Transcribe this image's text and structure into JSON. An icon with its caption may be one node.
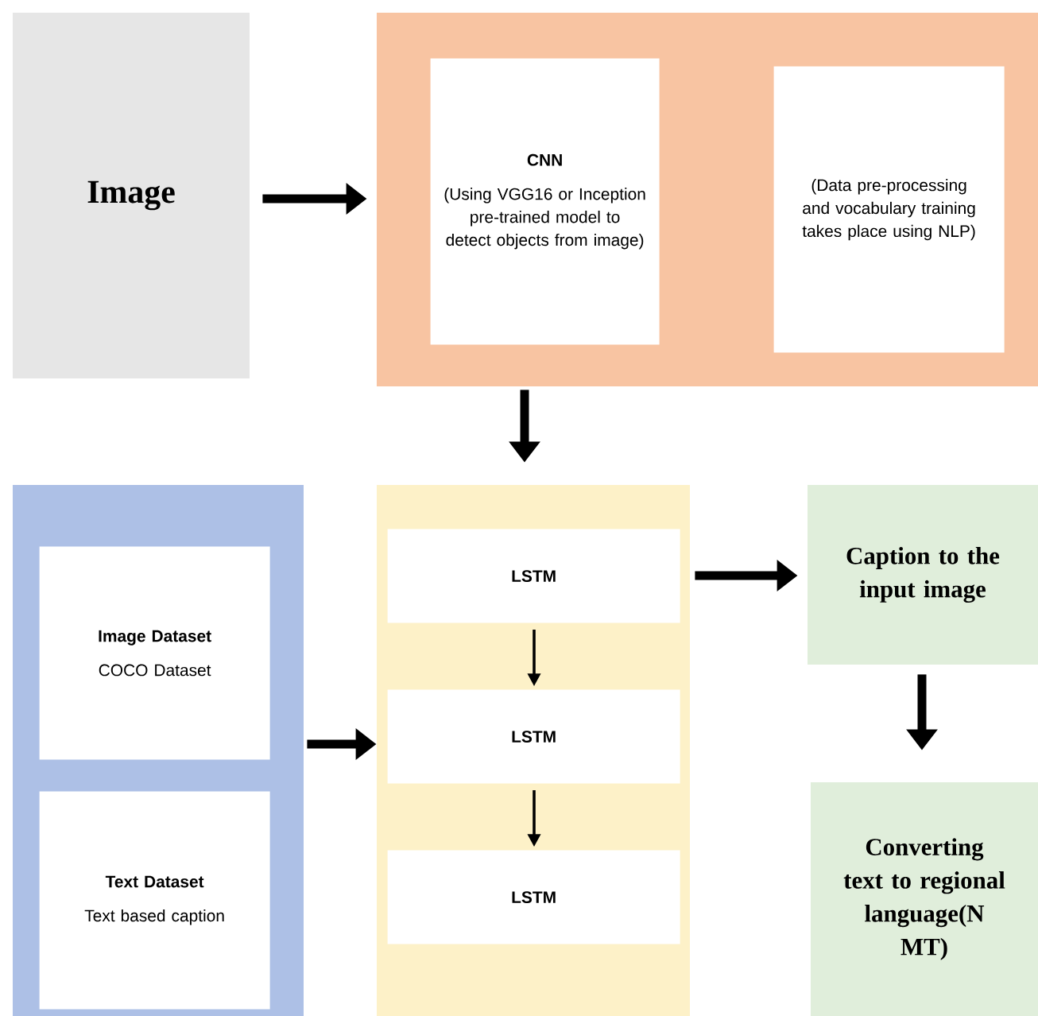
{
  "diagram": {
    "nodes": [
      {
        "text": [
          "Image"
        ]
      },
      {
        "text": [],
        "shape": "box"
      },
      {
        "text": [
          "CNN",
          "(Using VGG16 or Inception pre-trained model to detect objects from image)"
        ],
        "in": 1
      },
      {
        "text": [
          "(Data pre-processing and vocabulary training takes place using NLP)"
        ],
        "in": 1
      },
      {
        "text": [],
        "shape": "box"
      },
      {
        "text": [
          "Image Dataset",
          "COCO Dataset"
        ],
        "in": 4
      },
      {
        "text": [
          "Text Dataset",
          "Text based caption"
        ],
        "in": 4
      },
      {
        "text": [],
        "shape": "box"
      },
      {
        "text": [
          "LSTM"
        ],
        "in": 7
      },
      {
        "text": [
          "LSTM"
        ],
        "in": 7
      },
      {
        "text": [
          "LSTM"
        ],
        "in": 7
      },
      {
        "text": [
          "Caption to the input image"
        ]
      },
      {
        "text": [
          "Converting text to regional language(N MT)"
        ]
      }
    ],
    "edges": [
      {
        "from": 0,
        "to": 1,
        "arrow": "to"
      },
      {
        "from": 1,
        "to": 7,
        "arrow": "to"
      },
      {
        "from": 4,
        "to": 7,
        "arrow": "to"
      },
      {
        "from": 8,
        "to": 9,
        "arrow": "to"
      },
      {
        "from": 9,
        "to": 10,
        "arrow": "to"
      },
      {
        "from": 7,
        "to": 11,
        "arrow": "to"
      },
      {
        "from": 11,
        "to": 12,
        "arrow": "to"
      }
    ]
  }
}
